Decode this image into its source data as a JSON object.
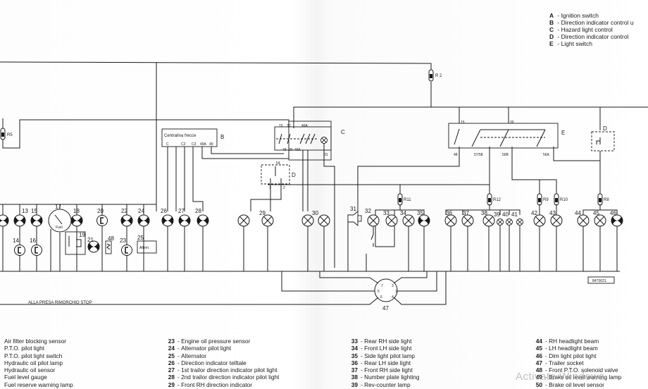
{
  "key_legend": [
    {
      "key": "A",
      "label": "Ignition switch"
    },
    {
      "key": "B",
      "label": "Direction indicator control u"
    },
    {
      "key": "C",
      "label": "Hazard light control"
    },
    {
      "key": "D",
      "label": "Direction indicator control"
    },
    {
      "key": "E",
      "label": "Light switch"
    }
  ],
  "diagram": {
    "fuses": {
      "r2": "R 2",
      "r5": "R5",
      "r11": "R11",
      "r12": "R12",
      "r9": "R9",
      "r10": "R10",
      "r8": "R8"
    },
    "module_b": {
      "letter": "B",
      "title": "Centralina frecce",
      "terminals": [
        "C",
        "C2",
        "C3",
        "49A",
        "49"
      ]
    },
    "module_c": {
      "letter": "C",
      "top_terminals": [
        "15",
        "30",
        "49A"
      ],
      "bottom_terminals": [
        "49",
        "30",
        "49A"
      ],
      "lamp_terminal": "31"
    },
    "module_d_left": {
      "letter": "D",
      "top_terminal": "54",
      "bottom_terminals": [
        "1",
        "2"
      ]
    },
    "module_d_right": {
      "letter": "D"
    },
    "module_e": {
      "letter": "E",
      "top_terminals": [
        "15",
        "30"
      ],
      "bottom_terminals": [
        "48",
        "57/58",
        "56B",
        "56A"
      ]
    },
    "alternator_label": "Altern.",
    "gauge_label": "Fuel",
    "component_numbers": [
      "13",
      "15",
      "17",
      "18",
      "20",
      "22",
      "24",
      "26",
      "27",
      "28",
      "29",
      "30",
      "31",
      "32",
      "33",
      "34",
      "35",
      "36",
      "37",
      "38",
      "39",
      "40",
      "41",
      "42",
      "43",
      "44",
      "45",
      "46",
      "14",
      "16",
      "19",
      "21",
      "48",
      "23",
      "25"
    ],
    "socket": {
      "number": "47",
      "pins": [
        "7",
        "3",
        "5",
        "1",
        "6",
        "4"
      ]
    },
    "trailer_note": "ALLA PRESA RIMORCHIO STOP",
    "drawing_code": "84T0021"
  },
  "legend_columns": [
    {
      "items": [
        {
          "num": "",
          "desc": "Air filter blocking sensor"
        },
        {
          "num": "",
          "desc": "P.T.O. pilot light"
        },
        {
          "num": "",
          "desc": "P.T.O. pilot light switch"
        },
        {
          "num": "",
          "desc": "Hydraulic oil pilot lamp"
        },
        {
          "num": "",
          "desc": "Hydraulic oil sensor"
        },
        {
          "num": "",
          "desc": "Fuel level gauge"
        },
        {
          "num": "",
          "desc": "Fuel reserve warning lamp"
        }
      ]
    },
    {
      "items": [
        {
          "num": "23",
          "desc": "Engine oil pressure sensor"
        },
        {
          "num": "24",
          "desc": "Alternator pilot light"
        },
        {
          "num": "25",
          "desc": "Alternator"
        },
        {
          "num": "26",
          "desc": "Direction indicator telltale"
        },
        {
          "num": "27",
          "desc": "1st trailor direction indicator pilot light"
        },
        {
          "num": "28",
          "desc": "2nd trailor direction indicator pilot light"
        },
        {
          "num": "29",
          "desc": "Front RH direction indicator"
        }
      ]
    },
    {
      "items": [
        {
          "num": "33",
          "desc": "Rear RH side light"
        },
        {
          "num": "34",
          "desc": "Front LH side light"
        },
        {
          "num": "35",
          "desc": "Side light pilot lamp"
        },
        {
          "num": "36",
          "desc": "Rear LH side light"
        },
        {
          "num": "37",
          "desc": "Front RH side light"
        },
        {
          "num": "38",
          "desc": "Number plate lighting"
        },
        {
          "num": "39",
          "desc": "Rev-counter lamp"
        }
      ]
    },
    {
      "items": [
        {
          "num": "44",
          "desc": "RH headlight beam"
        },
        {
          "num": "45",
          "desc": "LH headlight beam"
        },
        {
          "num": "46",
          "desc": "Dim light pilot light"
        },
        {
          "num": "47",
          "desc": "Trailer socket"
        },
        {
          "num": "48",
          "desc": "Front P.T.O. solenoid valve"
        },
        {
          "num": "49",
          "desc": "Brake oil level warning lamp"
        },
        {
          "num": "50",
          "desc": "Brake oil level sensor"
        }
      ]
    }
  ],
  "overlay": {
    "watermark": "Activate Windows"
  }
}
